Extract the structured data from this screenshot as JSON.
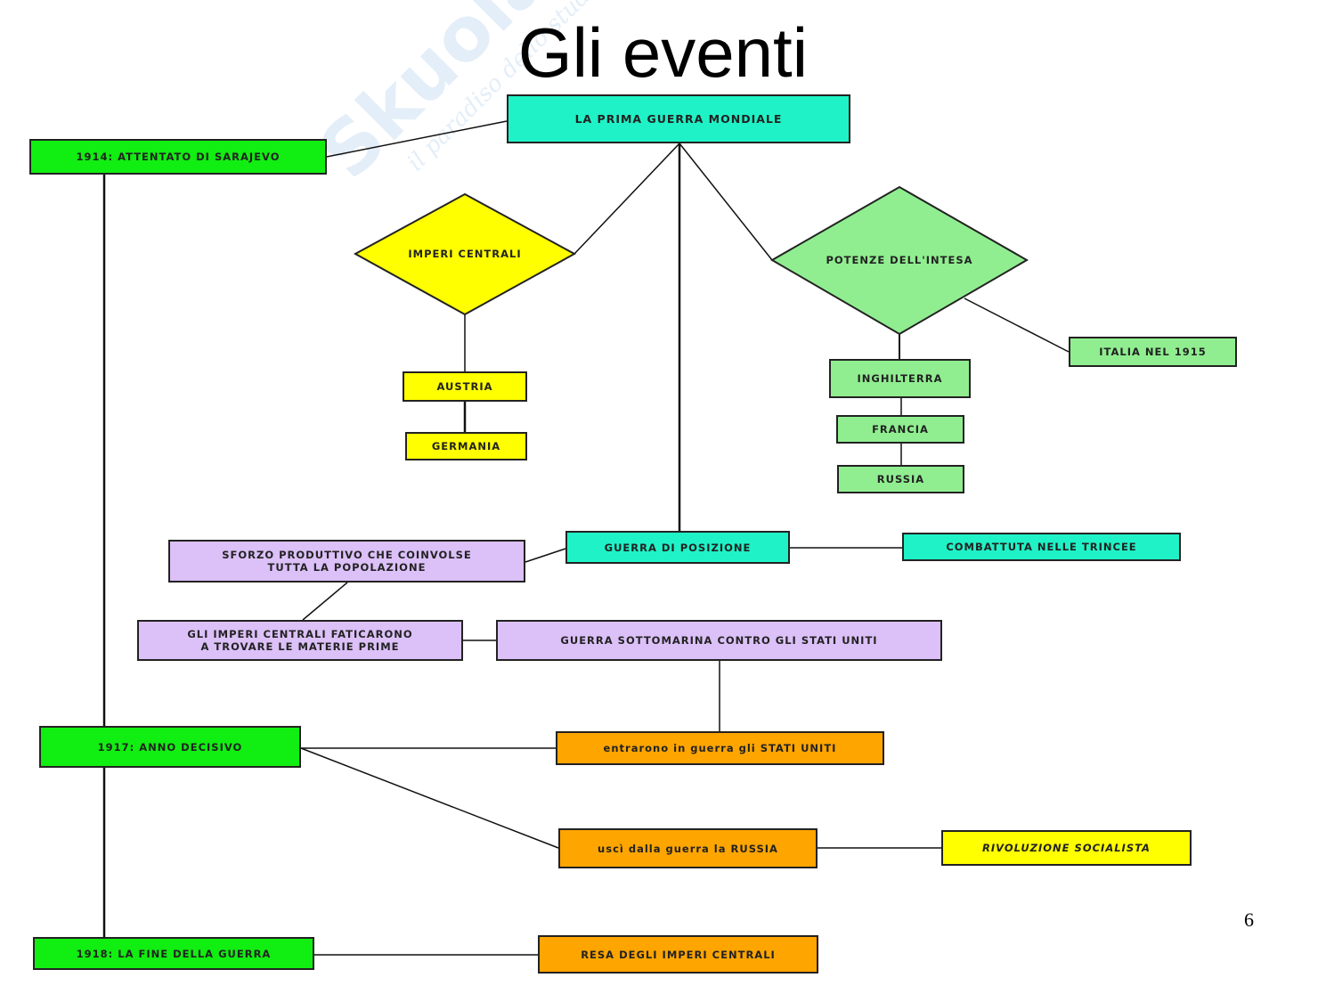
{
  "title": "Gli eventi",
  "page_number": "6",
  "watermark": {
    "logo": "Skuola.net",
    "tagline": "il paradiso dello studente"
  },
  "colors": {
    "teal": "#1ff2c6",
    "green": "#11ee11",
    "yellow": "#ffff00",
    "light_green": "#90ee90",
    "purple": "#dcc0f8",
    "orange": "#ffa500"
  },
  "nodes": {
    "root": "LA PRIMA GUERRA MONDIALE",
    "sarajevo": "1914: ATTENTATO DI SARAJEVO",
    "imperi_centrali": "IMPERI CENTRALI",
    "potenze_intesa": "POTENZE DELL'INTESA",
    "austria": "AUSTRIA",
    "germania": "GERMANIA",
    "inghilterra": "INGHILTERRA",
    "francia": "FRANCIA",
    "russia": "RUSSIA",
    "italia": "ITALIA NEL 1915",
    "guerra_posizione": "GUERRA DI POSIZIONE",
    "combattuta": "COMBATTUTA NELLE TRINCEE",
    "sforzo": "SFORZO PRODUTTIVO CHE COINVOLSE\nTUTTA LA POPOLAZIONE",
    "materie_prime": "GLI IMPERI CENTRALI FATICARONO\nA TROVARE LE MATERIE PRIME",
    "sottomarina": "GUERRA SOTTOMARINA CONTRO GLI STATI UNITI",
    "anno_1917": "1917: ANNO DECISIVO",
    "stati_uniti": "entrarono in guerra gli STATI UNITI",
    "uscita_russia": "uscì dalla guerra la RUSSIA",
    "rivoluzione": "RIVOLUZIONE SOCIALISTA",
    "anno_1918": "1918: LA FINE DELLA GUERRA",
    "resa": "RESA DEGLI IMPERI CENTRALI"
  }
}
